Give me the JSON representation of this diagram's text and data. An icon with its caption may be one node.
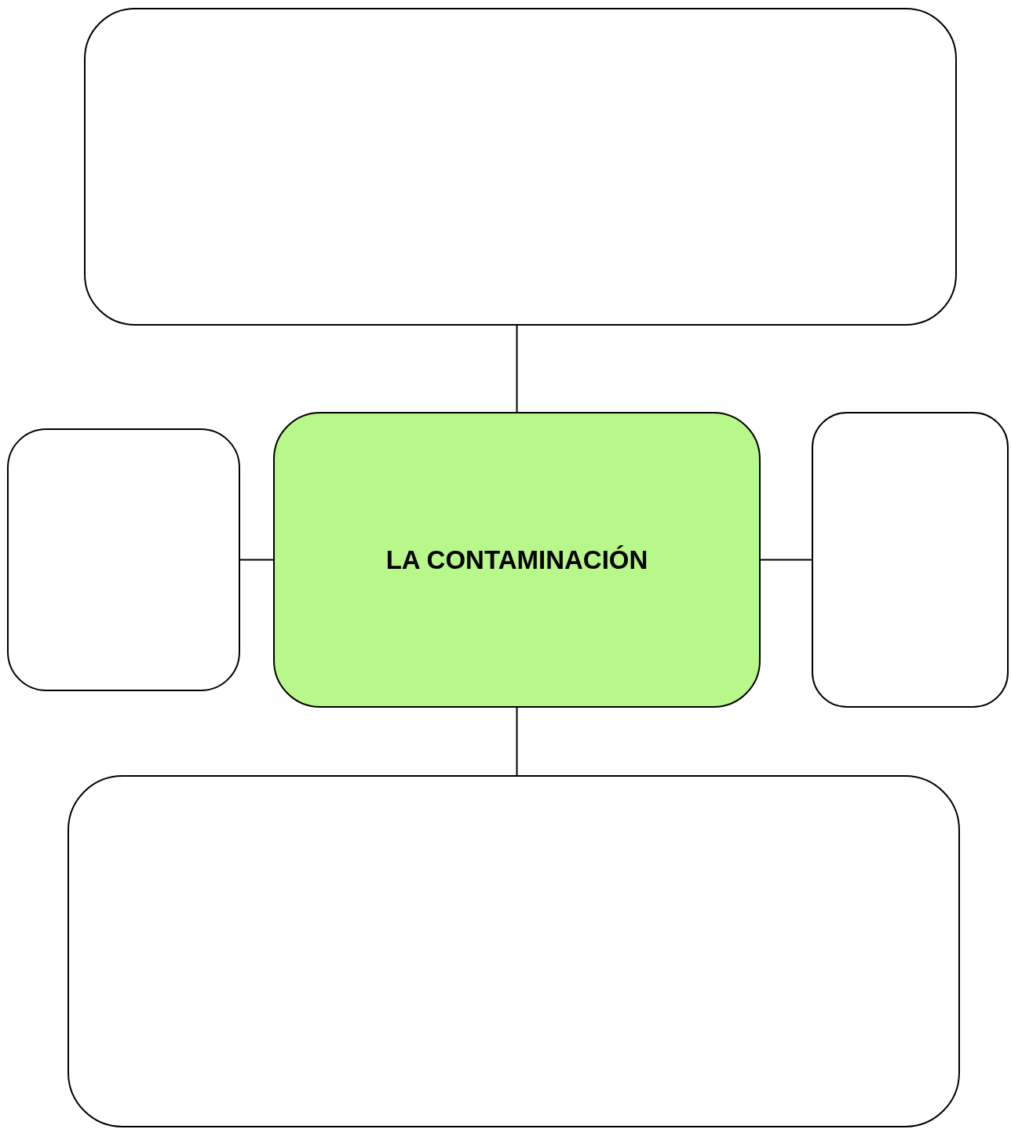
{
  "diagram": {
    "nodes": [
      {
        "text": [],
        "shape": "box"
      },
      {
        "text": [],
        "shape": "box"
      },
      {
        "text": [
          "LA CONTAMINACIÓN"
        ]
      },
      {
        "text": [],
        "shape": "box"
      },
      {
        "text": [],
        "shape": "box"
      }
    ],
    "edges": [
      {
        "from": 0,
        "to": 2,
        "arrow": "none"
      },
      {
        "from": 1,
        "to": 2,
        "arrow": "none"
      },
      {
        "from": 2,
        "to": 3,
        "arrow": "none"
      },
      {
        "from": 2,
        "to": 4,
        "arrow": "none"
      }
    ]
  }
}
